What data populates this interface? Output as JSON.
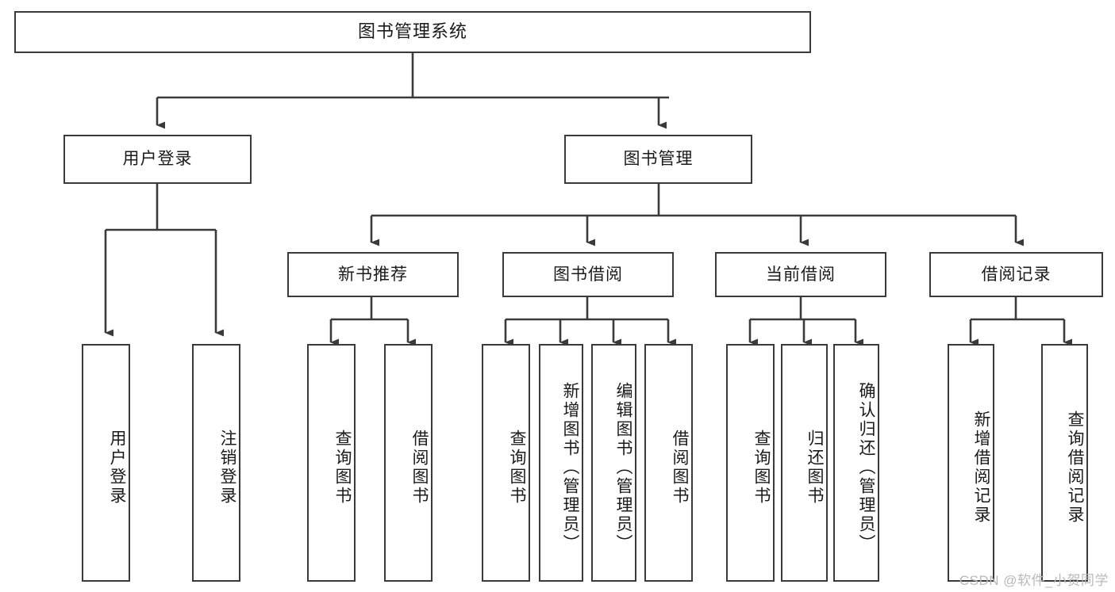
{
  "diagram": {
    "title": "图书管理系统",
    "type": "tree-hierarchy",
    "root": {
      "label": "图书管理系统"
    },
    "level2": [
      {
        "label": "用户登录"
      },
      {
        "label": "图书管理"
      }
    ],
    "level3": [
      {
        "label": "新书推荐"
      },
      {
        "label": "图书借阅"
      },
      {
        "label": "当前借阅"
      },
      {
        "label": "借阅记录"
      }
    ],
    "leaves": {
      "user_login": [
        {
          "label": "用户登录"
        },
        {
          "label": "注销登录"
        }
      ],
      "new_book_recommend": [
        {
          "label": "查询图书"
        },
        {
          "label": "借阅图书"
        }
      ],
      "book_borrow": [
        {
          "label": "查询图书"
        },
        {
          "label": "新增图书（管理员）"
        },
        {
          "label": "编辑图书（管理员）"
        },
        {
          "label": "借阅图书"
        }
      ],
      "current_borrow": [
        {
          "label": "查询图书"
        },
        {
          "label": "归还图书"
        },
        {
          "label": "确认归还（管理员）"
        }
      ],
      "borrow_record": [
        {
          "label": "新增借阅记录"
        },
        {
          "label": "查询借阅记录"
        }
      ]
    }
  },
  "watermark": {
    "text": "CSDN @软件_小贺同学"
  },
  "colors": {
    "box_border": "#3a3a3a",
    "box_fill": "#ffffff",
    "line": "#3a3a3a",
    "text": "#1a1a1a",
    "watermark": "#b9b9b9",
    "background": "#ffffff"
  }
}
